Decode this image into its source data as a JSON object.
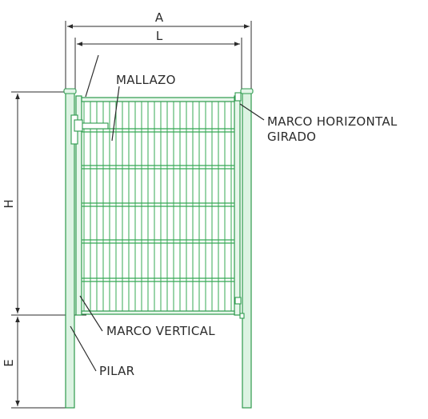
{
  "dimensions": {
    "overall_width": "A",
    "leaf_width": "L",
    "height": "H",
    "embed_depth": "E"
  },
  "labels": {
    "mesh": "MALLAZO",
    "horizontal_frame_line1": "MARCO HORIZONTAL",
    "horizontal_frame_line2": "GIRADO",
    "vertical_frame": "MARCO VERTICAL",
    "post": "PILAR"
  },
  "colors": {
    "gate_green": "#34a853",
    "line": "#2b2b2b"
  }
}
